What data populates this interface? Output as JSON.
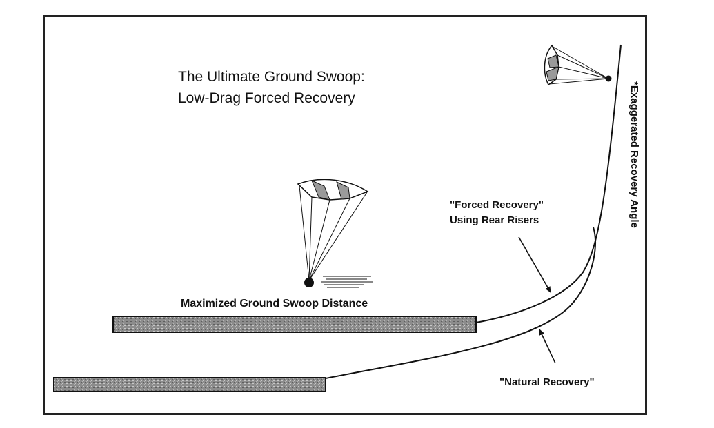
{
  "title": {
    "line1": "The Ultimate Ground Swoop:",
    "line2": "Low-Drag Forced Recovery"
  },
  "labels": {
    "swoop_distance": "Maximized Ground Swoop Distance",
    "forced_line1": "\"Forced Recovery\"",
    "forced_line2": "Using Rear Risers",
    "natural": "\"Natural Recovery\"",
    "angle_note": "*Exaggerated Recovery Angle"
  },
  "icons": {
    "canopy_low": "parachute-canopy-icon",
    "canopy_high": "parachute-canopy-icon"
  },
  "colors": {
    "ink": "#111111",
    "bar_fill": "#8a8a8a",
    "canopy_shade": "#9a9a9a"
  }
}
